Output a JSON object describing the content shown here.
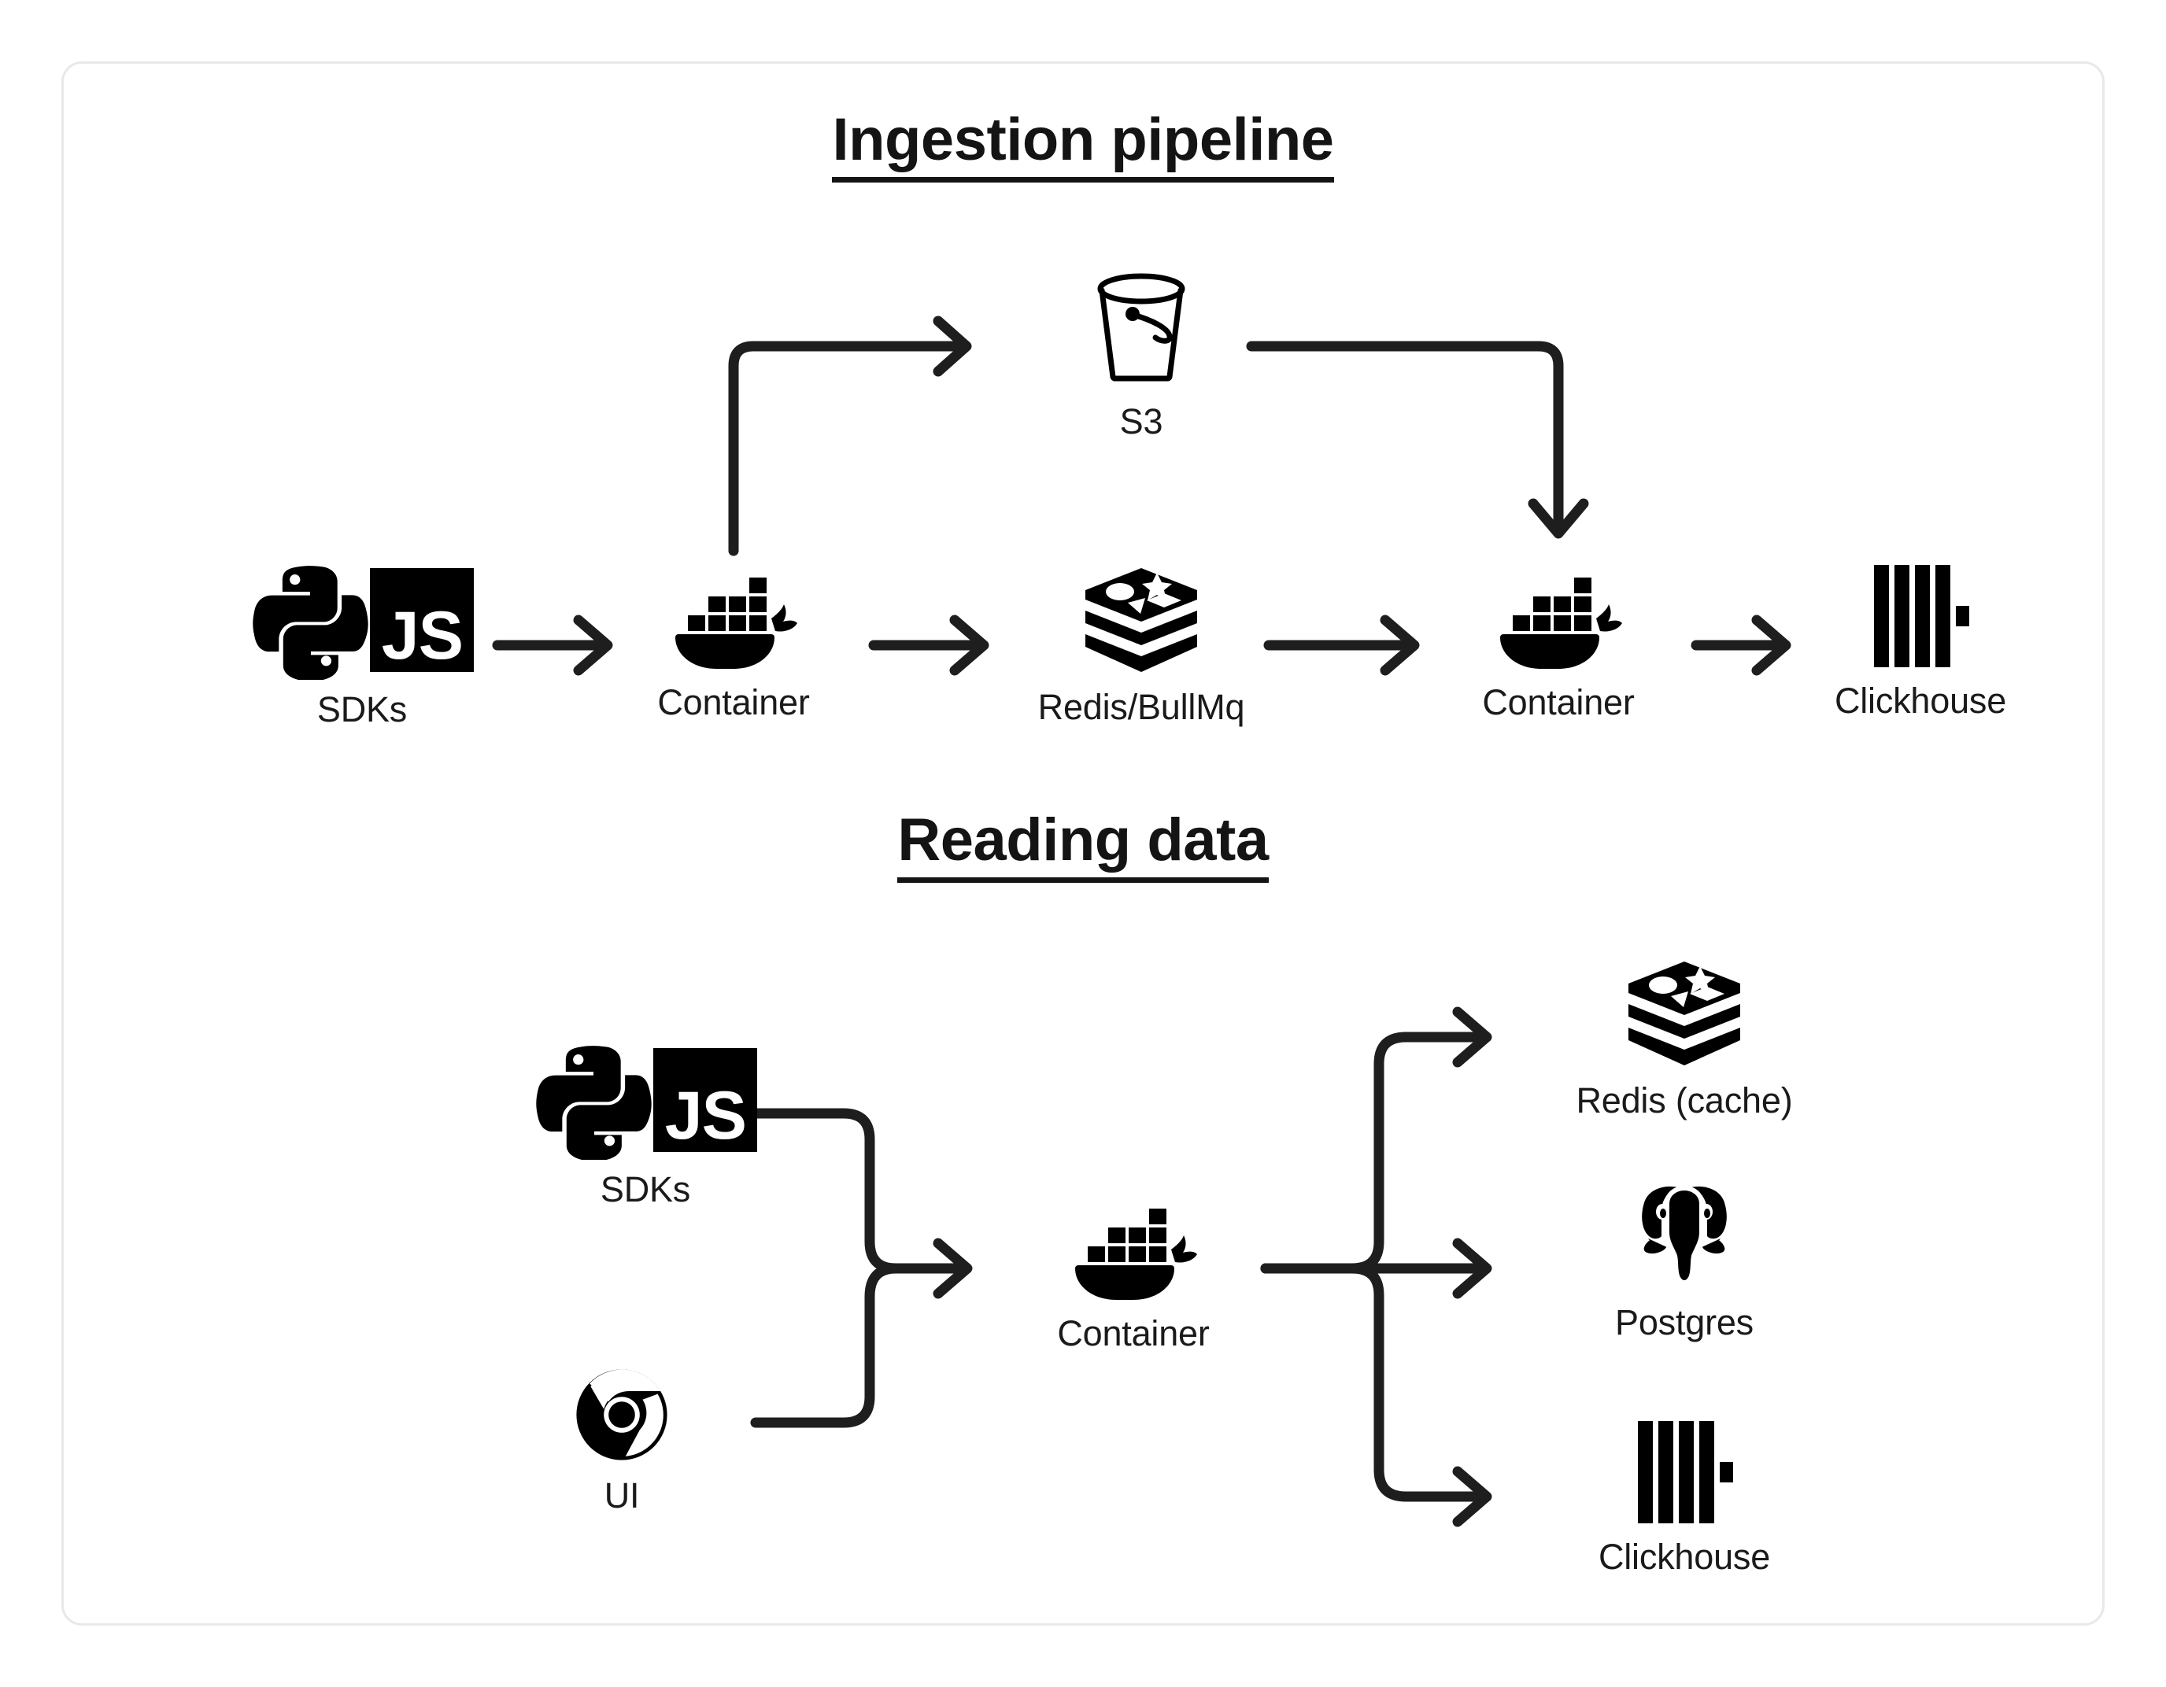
{
  "card": {
    "border_color": "#e8e8e8",
    "background": "#ffffff"
  },
  "theme": {
    "ink": "#141414",
    "arrow": "#1e1e1e",
    "label": "#1a1a1a"
  },
  "sections": [
    {
      "id": "ingestion",
      "title": "Ingestion pipeline",
      "nodes": [
        {
          "id": "sdks-1",
          "label": "SDKs",
          "icon": "python-js-sdk-icon"
        },
        {
          "id": "container-1",
          "label": "Container",
          "icon": "docker-whale-icon"
        },
        {
          "id": "redis-bullmq",
          "label": "Redis/BullMq",
          "icon": "redis-icon"
        },
        {
          "id": "container-2",
          "label": "Container",
          "icon": "docker-whale-icon"
        },
        {
          "id": "clickhouse-1",
          "label": "Clickhouse",
          "icon": "clickhouse-icon"
        },
        {
          "id": "s3",
          "label": "S3",
          "icon": "s3-bucket-icon"
        }
      ],
      "edges": [
        {
          "from": "sdks-1",
          "to": "container-1",
          "style": "straight-arrow"
        },
        {
          "from": "container-1",
          "to": "s3",
          "style": "elbow-up-right-arrow"
        },
        {
          "from": "container-1",
          "to": "redis-bullmq",
          "style": "straight-arrow"
        },
        {
          "from": "s3",
          "to": "container-2",
          "style": "elbow-right-down-arrow"
        },
        {
          "from": "redis-bullmq",
          "to": "container-2",
          "style": "straight-arrow"
        },
        {
          "from": "container-2",
          "to": "clickhouse-1",
          "style": "straight-arrow"
        }
      ]
    },
    {
      "id": "reading",
      "title": "Reading data",
      "nodes": [
        {
          "id": "sdks-2",
          "label": "SDKs",
          "icon": "python-js-sdk-icon"
        },
        {
          "id": "ui",
          "label": "UI",
          "icon": "chrome-icon"
        },
        {
          "id": "container-3",
          "label": "Container",
          "icon": "docker-whale-icon"
        },
        {
          "id": "redis-cache",
          "label": "Redis (cache)",
          "icon": "redis-icon"
        },
        {
          "id": "postgres",
          "label": "Postgres",
          "icon": "postgres-elephant-icon"
        },
        {
          "id": "clickhouse-2",
          "label": "Clickhouse",
          "icon": "clickhouse-icon"
        }
      ],
      "edges": [
        {
          "from": "sdks-2",
          "to": "container-3",
          "style": "merge-arrow"
        },
        {
          "from": "ui",
          "to": "container-3",
          "style": "merge-arrow"
        },
        {
          "from": "container-3",
          "to": "redis-cache",
          "style": "branch-up-arrow"
        },
        {
          "from": "container-3",
          "to": "postgres",
          "style": "straight-arrow"
        },
        {
          "from": "container-3",
          "to": "clickhouse-2",
          "style": "branch-down-arrow"
        }
      ]
    }
  ]
}
